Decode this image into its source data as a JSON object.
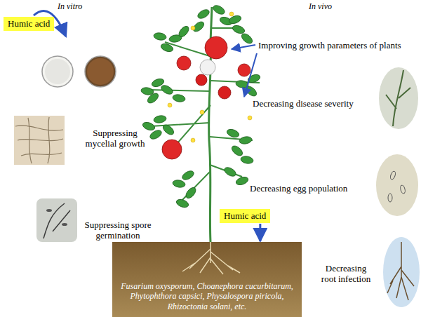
{
  "diagram": {
    "nodes": [
      {
        "text": [
          "Humic acid"
        ]
      },
      {
        "text": [
          "Humic acid"
        ]
      },
      {
        "text": [
          "Fusarium oxysporum, Choanephora cucurbitarum, Phytophthora capsici, Physalospora piricola, Rhizoctonia solani, etc."
        ]
      }
    ],
    "edges": [
      {
        "from": 1,
        "to": 2,
        "arrow": "to"
      }
    ],
    "labels": [
      "In vitro",
      "In vivo",
      "Improving growth parameters of plants",
      "Suppressing mycelial growth",
      "Decreasing disease severity",
      "Decreasing egg population",
      "Suppressing spore germination",
      "Decreasing root infection"
    ]
  }
}
